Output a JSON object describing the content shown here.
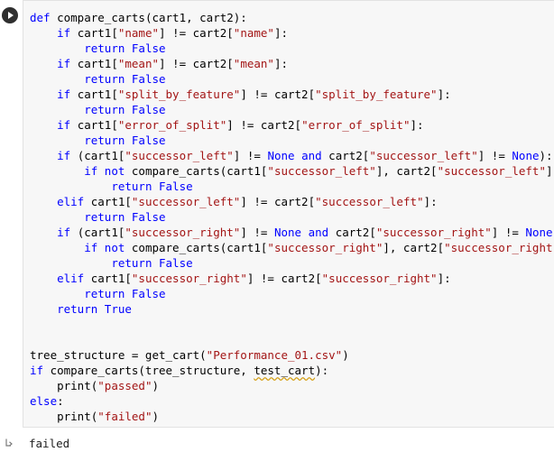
{
  "cell": {
    "run_button_icon": "play-icon",
    "lines": [
      [
        {
          "t": "def ",
          "c": "kw"
        },
        {
          "t": "compare_carts(cart1, cart2):",
          "c": ""
        }
      ],
      [
        {
          "t": "    ",
          "c": ""
        },
        {
          "t": "if ",
          "c": "kw"
        },
        {
          "t": "cart1[",
          "c": ""
        },
        {
          "t": "\"name\"",
          "c": "str"
        },
        {
          "t": "] != cart2[",
          "c": ""
        },
        {
          "t": "\"name\"",
          "c": "str"
        },
        {
          "t": "]:",
          "c": ""
        }
      ],
      [
        {
          "t": "        ",
          "c": ""
        },
        {
          "t": "return False",
          "c": "kw"
        }
      ],
      [
        {
          "t": "    ",
          "c": ""
        },
        {
          "t": "if ",
          "c": "kw"
        },
        {
          "t": "cart1[",
          "c": ""
        },
        {
          "t": "\"mean\"",
          "c": "str"
        },
        {
          "t": "] != cart2[",
          "c": ""
        },
        {
          "t": "\"mean\"",
          "c": "str"
        },
        {
          "t": "]:",
          "c": ""
        }
      ],
      [
        {
          "t": "        ",
          "c": ""
        },
        {
          "t": "return False",
          "c": "kw"
        }
      ],
      [
        {
          "t": "    ",
          "c": ""
        },
        {
          "t": "if ",
          "c": "kw"
        },
        {
          "t": "cart1[",
          "c": ""
        },
        {
          "t": "\"split_by_feature\"",
          "c": "str"
        },
        {
          "t": "] != cart2[",
          "c": ""
        },
        {
          "t": "\"split_by_feature\"",
          "c": "str"
        },
        {
          "t": "]:",
          "c": ""
        }
      ],
      [
        {
          "t": "        ",
          "c": ""
        },
        {
          "t": "return False",
          "c": "kw"
        }
      ],
      [
        {
          "t": "    ",
          "c": ""
        },
        {
          "t": "if ",
          "c": "kw"
        },
        {
          "t": "cart1[",
          "c": ""
        },
        {
          "t": "\"error_of_split\"",
          "c": "str"
        },
        {
          "t": "] != cart2[",
          "c": ""
        },
        {
          "t": "\"error_of_split\"",
          "c": "str"
        },
        {
          "t": "]:",
          "c": ""
        }
      ],
      [
        {
          "t": "        ",
          "c": ""
        },
        {
          "t": "return False",
          "c": "kw"
        }
      ],
      [
        {
          "t": "    ",
          "c": ""
        },
        {
          "t": "if ",
          "c": "kw"
        },
        {
          "t": "(cart1[",
          "c": ""
        },
        {
          "t": "\"successor_left\"",
          "c": "str"
        },
        {
          "t": "] != ",
          "c": ""
        },
        {
          "t": "None and ",
          "c": "kw"
        },
        {
          "t": "cart2[",
          "c": ""
        },
        {
          "t": "\"successor_left\"",
          "c": "str"
        },
        {
          "t": "] != ",
          "c": ""
        },
        {
          "t": "None",
          "c": "kw"
        },
        {
          "t": "):",
          "c": ""
        }
      ],
      [
        {
          "t": "        ",
          "c": ""
        },
        {
          "t": "if not ",
          "c": "kw"
        },
        {
          "t": "compare_carts(cart1[",
          "c": ""
        },
        {
          "t": "\"successor_left\"",
          "c": "str"
        },
        {
          "t": "], cart2[",
          "c": ""
        },
        {
          "t": "\"successor_left\"",
          "c": "str"
        },
        {
          "t": "]):",
          "c": ""
        }
      ],
      [
        {
          "t": "            ",
          "c": ""
        },
        {
          "t": "return False",
          "c": "kw"
        }
      ],
      [
        {
          "t": "    ",
          "c": ""
        },
        {
          "t": "elif ",
          "c": "kw"
        },
        {
          "t": "cart1[",
          "c": ""
        },
        {
          "t": "\"successor_left\"",
          "c": "str"
        },
        {
          "t": "] != cart2[",
          "c": ""
        },
        {
          "t": "\"successor_left\"",
          "c": "str"
        },
        {
          "t": "]:",
          "c": ""
        }
      ],
      [
        {
          "t": "        ",
          "c": ""
        },
        {
          "t": "return False",
          "c": "kw"
        }
      ],
      [
        {
          "t": "    ",
          "c": ""
        },
        {
          "t": "if ",
          "c": "kw"
        },
        {
          "t": "(cart1[",
          "c": ""
        },
        {
          "t": "\"successor_right\"",
          "c": "str"
        },
        {
          "t": "] != ",
          "c": ""
        },
        {
          "t": "None and ",
          "c": "kw"
        },
        {
          "t": "cart2[",
          "c": ""
        },
        {
          "t": "\"successor_right\"",
          "c": "str"
        },
        {
          "t": "] != ",
          "c": ""
        },
        {
          "t": "None",
          "c": "kw"
        },
        {
          "t": "):",
          "c": ""
        }
      ],
      [
        {
          "t": "        ",
          "c": ""
        },
        {
          "t": "if not ",
          "c": "kw"
        },
        {
          "t": "compare_carts(cart1[",
          "c": ""
        },
        {
          "t": "\"successor_right\"",
          "c": "str"
        },
        {
          "t": "], cart2[",
          "c": ""
        },
        {
          "t": "\"successor_right\"",
          "c": "str"
        },
        {
          "t": "]):",
          "c": ""
        }
      ],
      [
        {
          "t": "            ",
          "c": ""
        },
        {
          "t": "return False",
          "c": "kw"
        }
      ],
      [
        {
          "t": "    ",
          "c": ""
        },
        {
          "t": "elif ",
          "c": "kw"
        },
        {
          "t": "cart1[",
          "c": ""
        },
        {
          "t": "\"successor_right\"",
          "c": "str"
        },
        {
          "t": "] != cart2[",
          "c": ""
        },
        {
          "t": "\"successor_right\"",
          "c": "str"
        },
        {
          "t": "]:",
          "c": ""
        }
      ],
      [
        {
          "t": "        ",
          "c": ""
        },
        {
          "t": "return False",
          "c": "kw"
        }
      ],
      [
        {
          "t": "    ",
          "c": ""
        },
        {
          "t": "return True",
          "c": "kw"
        }
      ],
      [],
      [],
      [
        {
          "t": "tree_structure = get_cart(",
          "c": ""
        },
        {
          "t": "\"Performance_01.csv\"",
          "c": "str"
        },
        {
          "t": ")",
          "c": ""
        }
      ],
      [
        {
          "t": "if ",
          "c": "kw"
        },
        {
          "t": "compare_carts(tree_structure, ",
          "c": ""
        },
        {
          "t": "test_cart",
          "c": "squiggle"
        },
        {
          "t": "):",
          "c": ""
        }
      ],
      [
        {
          "t": "    print(",
          "c": ""
        },
        {
          "t": "\"passed\"",
          "c": "str"
        },
        {
          "t": ")",
          "c": ""
        }
      ],
      [
        {
          "t": "else",
          "c": "kw"
        },
        {
          "t": ":",
          "c": ""
        }
      ],
      [
        {
          "t": "    print(",
          "c": ""
        },
        {
          "t": "\"failed\"",
          "c": "str"
        },
        {
          "t": ")",
          "c": ""
        }
      ]
    ]
  },
  "output": {
    "icon": "output-arrow-icon",
    "text": "failed"
  },
  "colors": {
    "keyword": "#0000ff",
    "string": "#a31515",
    "text": "#000000",
    "cell_background": "#f7f7f7"
  }
}
